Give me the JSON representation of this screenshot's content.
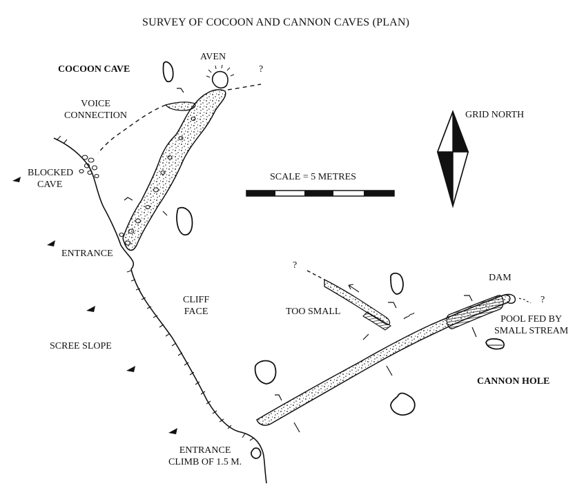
{
  "title": "SURVEY OF COCOON AND CANNON CAVES (PLAN)",
  "labels": {
    "cocoon_cave": "COCOON CAVE",
    "aven": "AVEN",
    "question_1": "?",
    "voice_connection": [
      "VOICE",
      "CONNECTION"
    ],
    "grid_north": "GRID NORTH",
    "blocked_cave": [
      "BLOCKED",
      "CAVE"
    ],
    "scale": "SCALE = 5 METRES",
    "entrance_upper": "ENTRANCE",
    "question_2": "?",
    "dam": "DAM",
    "question_3": "?",
    "cliff_face": [
      "CLIFF",
      "FACE"
    ],
    "too_small": "TOO SMALL",
    "pool": [
      "POOL FED BY",
      "SMALL STREAM"
    ],
    "scree_slope": "SCREE SLOPE",
    "cannon_hole": "CANNON HOLE",
    "entrance_lower": [
      "ENTRANCE",
      "CLIMB OF 1.5 M."
    ]
  },
  "colors": {
    "ink": "#111111",
    "paper": "#ffffff"
  }
}
